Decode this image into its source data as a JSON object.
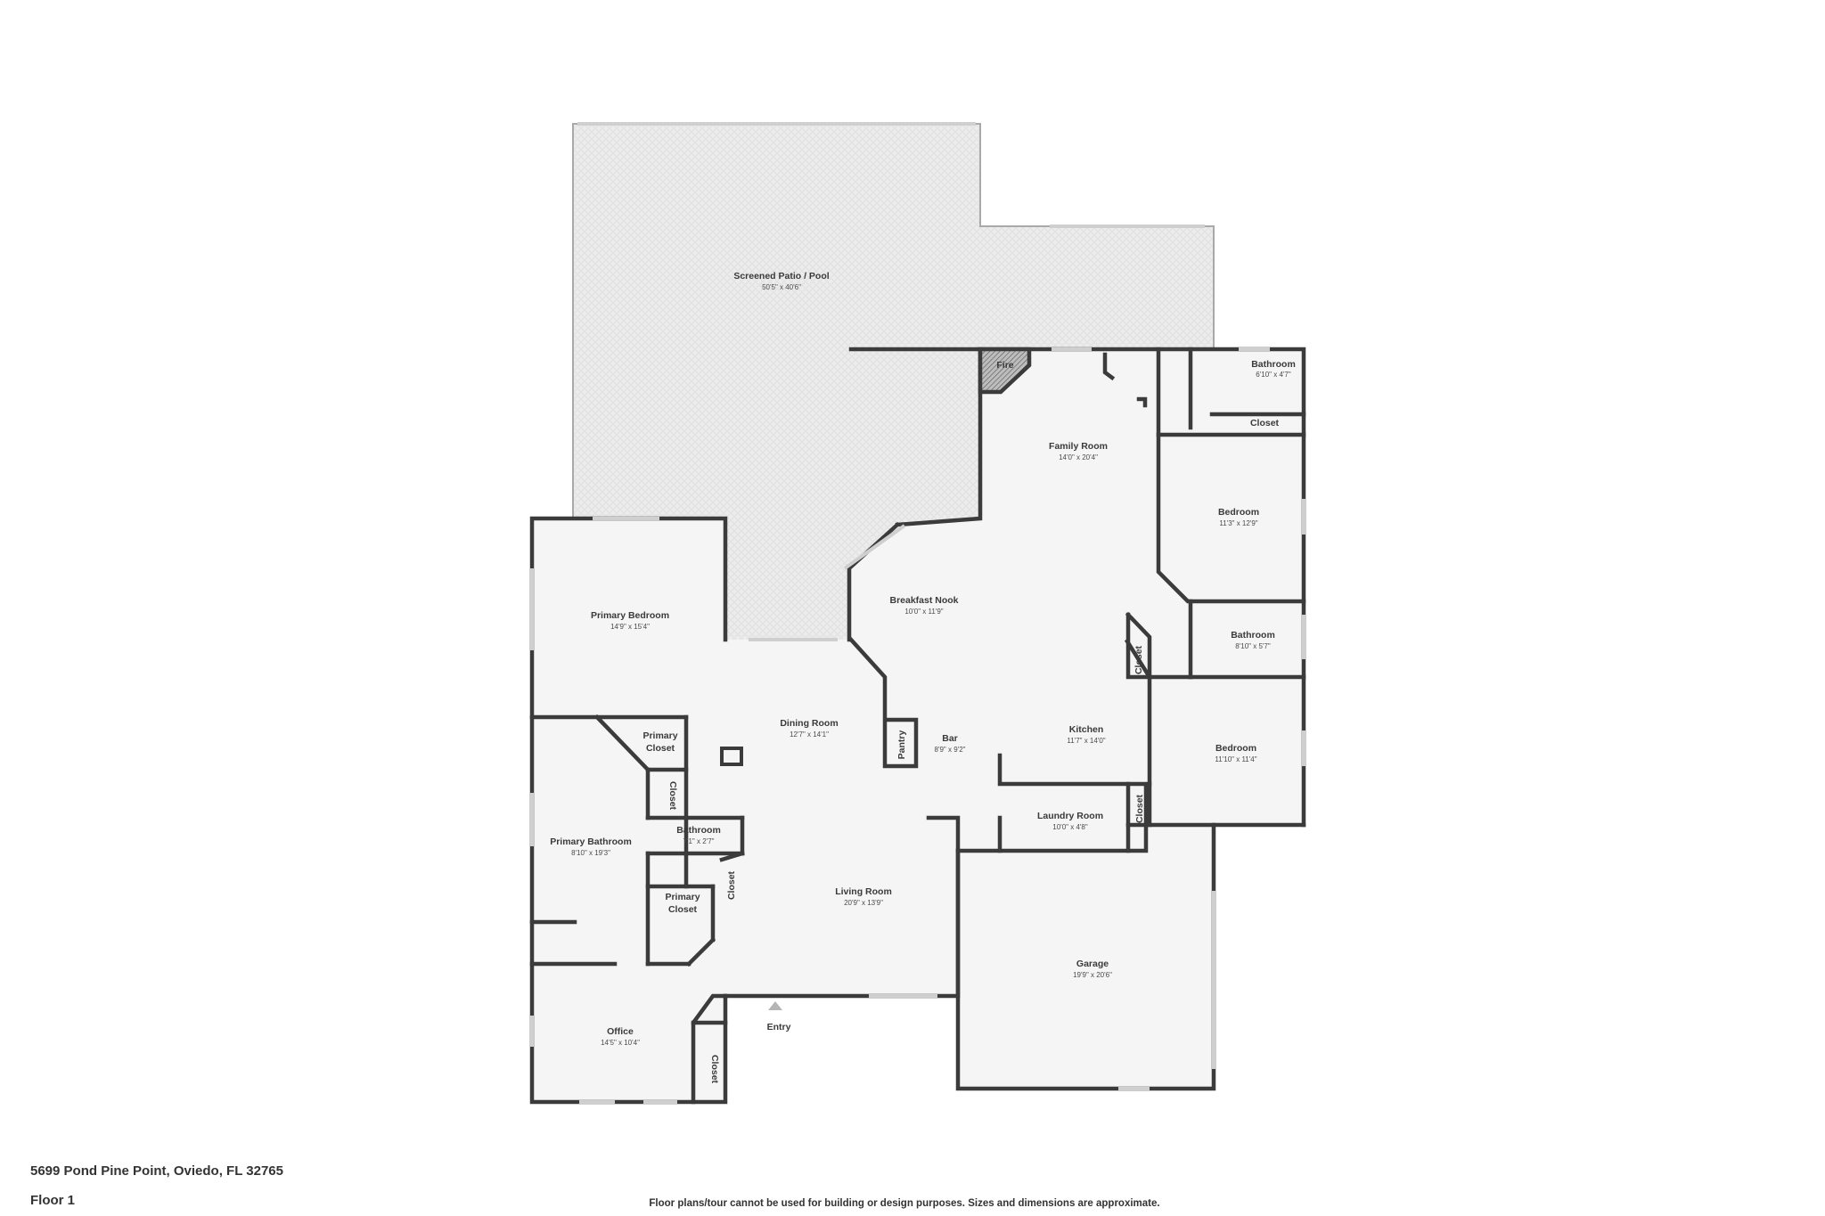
{
  "address": "5699 Pond Pine Point, Oviedo, FL 32765",
  "floor_label": "Floor 1",
  "disclaimer": "Floor plans/tour cannot be used for building or design purposes. Sizes and dimensions are approximate.",
  "entry_label": "Entry",
  "colors": {
    "wall": "#3b3b3b",
    "floor": "#f5f5f5",
    "patio": "#ececec",
    "window": "#cfcfcf"
  },
  "rooms": {
    "patio": {
      "name": "Screened Patio / Pool",
      "dim": "50'5\" x 40'6\""
    },
    "family": {
      "name": "Family Room",
      "dim": "14'0\" x 20'4\""
    },
    "fire": {
      "name": "Fire"
    },
    "bath_ne": {
      "name": "Bathroom",
      "dim": "6'10\" x 4'7\""
    },
    "closet_ne": {
      "name": "Closet"
    },
    "bedroom_e1": {
      "name": "Bedroom",
      "dim": "11'3\" x 12'9\""
    },
    "breakfast": {
      "name": "Breakfast Nook",
      "dim": "10'0\" x 11'9\""
    },
    "bath_e": {
      "name": "Bathroom",
      "dim": "8'10\" x 5'7\""
    },
    "closet_mid": {
      "name": "Closet"
    },
    "primary_bedroom": {
      "name": "Primary Bedroom",
      "dim": "14'9\" x 15'4\""
    },
    "dining": {
      "name": "Dining Room",
      "dim": "12'7\" x 14'1\""
    },
    "pantry": {
      "name": "Pantry"
    },
    "bar": {
      "name": "Bar",
      "dim": "8'9\" x 9'2\""
    },
    "kitchen": {
      "name": "Kitchen",
      "dim": "11'7\" x 14'0\""
    },
    "bedroom_e2": {
      "name": "Bedroom",
      "dim": "11'10\" x 11'4\""
    },
    "primary_closet_1": {
      "name1": "Primary",
      "name2": "Closet"
    },
    "closet_pc": {
      "name": "Closet"
    },
    "laundry": {
      "name": "Laundry Room",
      "dim": "10'0\" x 4'8\""
    },
    "closet_laundry": {
      "name": "Closet"
    },
    "bath_small": {
      "name": "Bathroom",
      "dim": "7'1\" x 2'7\""
    },
    "primary_bath": {
      "name": "Primary Bathroom",
      "dim": "8'10\" x 19'3\""
    },
    "primary_closet_2": {
      "name1": "Primary",
      "name2": "Closet"
    },
    "closet_living": {
      "name": "Closet"
    },
    "living": {
      "name": "Living Room",
      "dim": "20'9\" x 13'9\""
    },
    "garage": {
      "name": "Garage",
      "dim": "19'9\" x 20'6\""
    },
    "office": {
      "name": "Office",
      "dim": "14'5\" x 10'4\""
    },
    "closet_office": {
      "name": "Closet"
    }
  }
}
